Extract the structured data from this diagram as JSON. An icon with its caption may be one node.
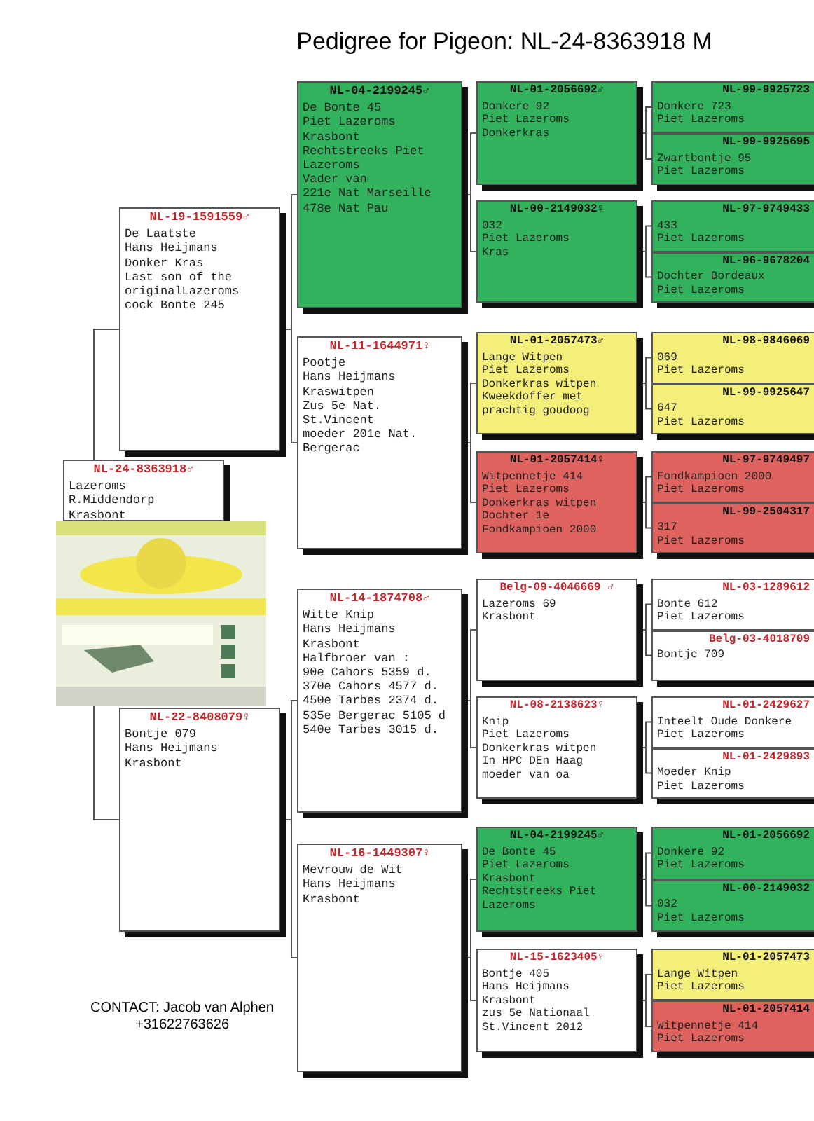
{
  "diagram": {
    "title": "Pedigree for Pigeon: NL-24-8363918 M",
    "nodes": [
      {
        "text": [
          "NL-24-8363918♂",
          "Lazeroms",
          "R.Middendorp",
          "Krasbont"
        ]
      },
      {
        "text": [
          "NL-19-1591559♂",
          "De Laatste",
          "Hans Heijmans",
          "Donker Kras",
          "Last son of the originalLazeroms cock Bonte 245"
        ]
      },
      {
        "text": [
          "NL-22-8408079♀",
          "Bontje 079",
          "Hans Heijmans",
          "Krasbont"
        ]
      },
      {
        "text": [
          "NL-04-2199245♂",
          "De Bonte 45",
          "Piet Lazeroms",
          "Krasbont",
          "Rechtstreeks Piet Lazeroms",
          "Vader van",
          "221e Nat Marseille",
          "478e Nat Pau"
        ]
      },
      {
        "text": [
          "NL-11-1644971♀",
          "Pootje",
          "Hans Heijmans",
          "Kraswitpen",
          "Zus 5e Nat. St.Vincent",
          "moeder 201e Nat. Bergerac"
        ]
      },
      {
        "text": [
          "NL-14-1874708♂",
          "Witte Knip",
          "Hans Heijmans",
          "Krasbont",
          "Halfbroer van :",
          "90e Cahors 5359 d.",
          "370e Cahors 4577 d.",
          "450e Tarbes 2374 d.",
          "535e Bergerac 5105 d",
          "540e Tarbes 3015 d."
        ]
      },
      {
        "text": [
          "NL-16-1449307♀",
          "Mevrouw de Wit",
          "Hans Heijmans",
          "Krasbont"
        ]
      },
      {
        "text": [
          "NL-01-2056692♂",
          "Donkere 92",
          "Piet Lazeroms",
          "Donkerkras"
        ]
      },
      {
        "text": [
          "NL-00-2149032♀",
          "032",
          "Piet Lazeroms",
          "Kras"
        ]
      },
      {
        "text": [
          "NL-01-2057473♂",
          "Lange Witpen",
          "Piet Lazeroms",
          "Donkerkras witpen",
          "Kweekdoffer met prachtig goudoog"
        ]
      },
      {
        "text": [
          "NL-01-2057414♀",
          "Witpennetje 414",
          "Piet Lazeroms",
          "Donkerkras witpen",
          "Dochter 1e Fondkampioen 2000"
        ]
      },
      {
        "text": [
          "Belg-09-4046669 ♂",
          "Lazeroms 69",
          "Krasbont"
        ]
      },
      {
        "text": [
          "NL-08-2138623♀",
          "Knip",
          "Piet Lazeroms",
          "Donkerkras witpen",
          "In HPC DEn Haag",
          "moeder van oa"
        ]
      },
      {
        "text": [
          "NL-04-2199245♂",
          "De Bonte 45",
          "Piet Lazeroms",
          "Krasbont",
          "Rechtstreeks Piet Lazeroms"
        ]
      },
      {
        "text": [
          "NL-15-1623405♀",
          "Bontje 405",
          "Hans Heijmans",
          "Krasbont",
          "zus 5e Nationaal St.Vincent 2012"
        ]
      },
      {
        "text": [
          "NL-99-9925723",
          "Donkere 723",
          "Piet Lazeroms"
        ]
      },
      {
        "text": [
          "NL-99-9925695",
          "Zwartbontje 95",
          "Piet Lazeroms"
        ]
      },
      {
        "text": [
          "NL-97-9749433",
          "433",
          "Piet Lazeroms"
        ]
      },
      {
        "text": [
          "NL-96-9678204",
          "Dochter Bordeaux",
          "Piet Lazeroms"
        ]
      },
      {
        "text": [
          "NL-98-9846069",
          "069",
          "Piet Lazeroms"
        ]
      },
      {
        "text": [
          "NL-99-9925647",
          "647",
          "Piet Lazeroms"
        ]
      },
      {
        "text": [
          "NL-97-9749497",
          "Fondkampioen 2000",
          "Piet Lazeroms"
        ]
      },
      {
        "text": [
          "NL-99-2504317",
          "317",
          "Piet Lazeroms"
        ]
      },
      {
        "text": [
          "NL-03-1289612",
          "Bonte 612",
          "Piet Lazeroms"
        ]
      },
      {
        "text": [
          "Belg-03-4018709",
          "Bontje 709"
        ]
      },
      {
        "text": [
          "NL-01-2429627",
          "Inteelt Oude Donkere",
          "Piet Lazeroms"
        ]
      },
      {
        "text": [
          "NL-01-2429893",
          "Moeder Knip",
          "Piet Lazeroms"
        ]
      },
      {
        "text": [
          "NL-01-2056692",
          "Donkere 92",
          "Piet Lazeroms"
        ]
      },
      {
        "text": [
          "NL-00-2149032",
          "032",
          "Piet Lazeroms"
        ]
      },
      {
        "text": [
          "NL-01-2057473",
          "Lange Witpen",
          "Piet Lazeroms"
        ]
      },
      {
        "text": [
          "NL-01-2057414",
          "Witpennetje 414",
          "Piet Lazeroms"
        ]
      }
    ],
    "edges": [
      {
        "from": 0,
        "to": 1,
        "arrow": "none"
      },
      {
        "from": 0,
        "to": 2,
        "arrow": "none"
      },
      {
        "from": 1,
        "to": 3,
        "arrow": "none"
      },
      {
        "from": 1,
        "to": 4,
        "arrow": "none"
      },
      {
        "from": 2,
        "to": 5,
        "arrow": "none"
      },
      {
        "from": 2,
        "to": 6,
        "arrow": "none"
      },
      {
        "from": 3,
        "to": 7,
        "arrow": "none"
      },
      {
        "from": 3,
        "to": 8,
        "arrow": "none"
      },
      {
        "from": 4,
        "to": 9,
        "arrow": "none"
      },
      {
        "from": 4,
        "to": 10,
        "arrow": "none"
      },
      {
        "from": 5,
        "to": 11,
        "arrow": "none"
      },
      {
        "from": 5,
        "to": 12,
        "arrow": "none"
      },
      {
        "from": 6,
        "to": 13,
        "arrow": "none"
      },
      {
        "from": 6,
        "to": 14,
        "arrow": "none"
      },
      {
        "from": 7,
        "to": 15,
        "arrow": "none"
      },
      {
        "from": 7,
        "to": 16,
        "arrow": "none"
      },
      {
        "from": 8,
        "to": 17,
        "arrow": "none"
      },
      {
        "from": 8,
        "to": 18,
        "arrow": "none"
      },
      {
        "from": 9,
        "to": 19,
        "arrow": "none"
      },
      {
        "from": 9,
        "to": 20,
        "arrow": "none"
      },
      {
        "from": 10,
        "to": 21,
        "arrow": "none"
      },
      {
        "from": 10,
        "to": 22,
        "arrow": "none"
      },
      {
        "from": 11,
        "to": 23,
        "arrow": "none"
      },
      {
        "from": 11,
        "to": 24,
        "arrow": "none"
      },
      {
        "from": 12,
        "to": 25,
        "arrow": "none"
      },
      {
        "from": 12,
        "to": 26,
        "arrow": "none"
      },
      {
        "from": 13,
        "to": 27,
        "arrow": "none"
      },
      {
        "from": 13,
        "to": 28,
        "arrow": "none"
      },
      {
        "from": 14,
        "to": 29,
        "arrow": "none"
      },
      {
        "from": 14,
        "to": 30,
        "arrow": "none"
      }
    ],
    "labels": [
      "CONTACT: Jacob van Alphen",
      "+31622763626"
    ]
  }
}
